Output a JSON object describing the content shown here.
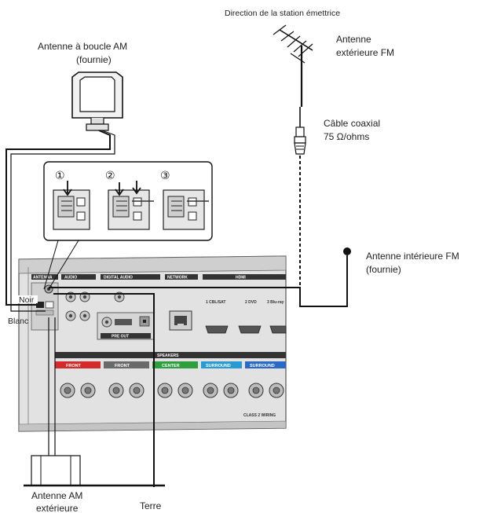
{
  "labels": {
    "direction": "Direction de la station émettrice",
    "fm_outdoor_line1": "Antenne",
    "fm_outdoor_line2": "extérieure FM",
    "coax_line1": "Câble coaxial",
    "coax_line2": "75 Ω/ohms",
    "am_loop_line1": "Antenne à boucle AM",
    "am_loop_line2": "(fournie)",
    "fm_indoor_line1": "Antenne intérieure FM",
    "fm_indoor_line2": "(fournie)",
    "noir": "Noir",
    "blanc": "Blanc",
    "am_outdoor_line1": "Antenne AM",
    "am_outdoor_line2": "extérieure",
    "terre": "Terre"
  },
  "steps": [
    "①",
    "②",
    "③"
  ],
  "panel": {
    "antenna": "ANTENNA",
    "audio": "AUDIO",
    "digital_audio": "DIGITAL AUDIO",
    "network": "NETWORK",
    "hdmi": "HDMI",
    "cbl_sat": "1 CBL/SAT",
    "dvd": "2 DVD",
    "bluray": "3 Blu-ray",
    "pre_out": "PRE OUT",
    "speakers": "SPEAKERS",
    "class2": "CLASS 2 WIRING"
  },
  "speaker_groups": [
    {
      "label": "FRONT",
      "color": "#d42a2a"
    },
    {
      "label": "FRONT",
      "color": "#6a6a6a"
    },
    {
      "label": "CENTER",
      "color": "#2e9e3e"
    },
    {
      "label": "SURROUND",
      "color": "#2a9ad4"
    },
    {
      "label": "SURROUND",
      "color": "#2a6ac4"
    }
  ],
  "colors": {
    "line": "#111111",
    "panel": "#d9d9d9",
    "panel_dark": "#9a9a9a",
    "terminal": "#bdbdbd"
  }
}
